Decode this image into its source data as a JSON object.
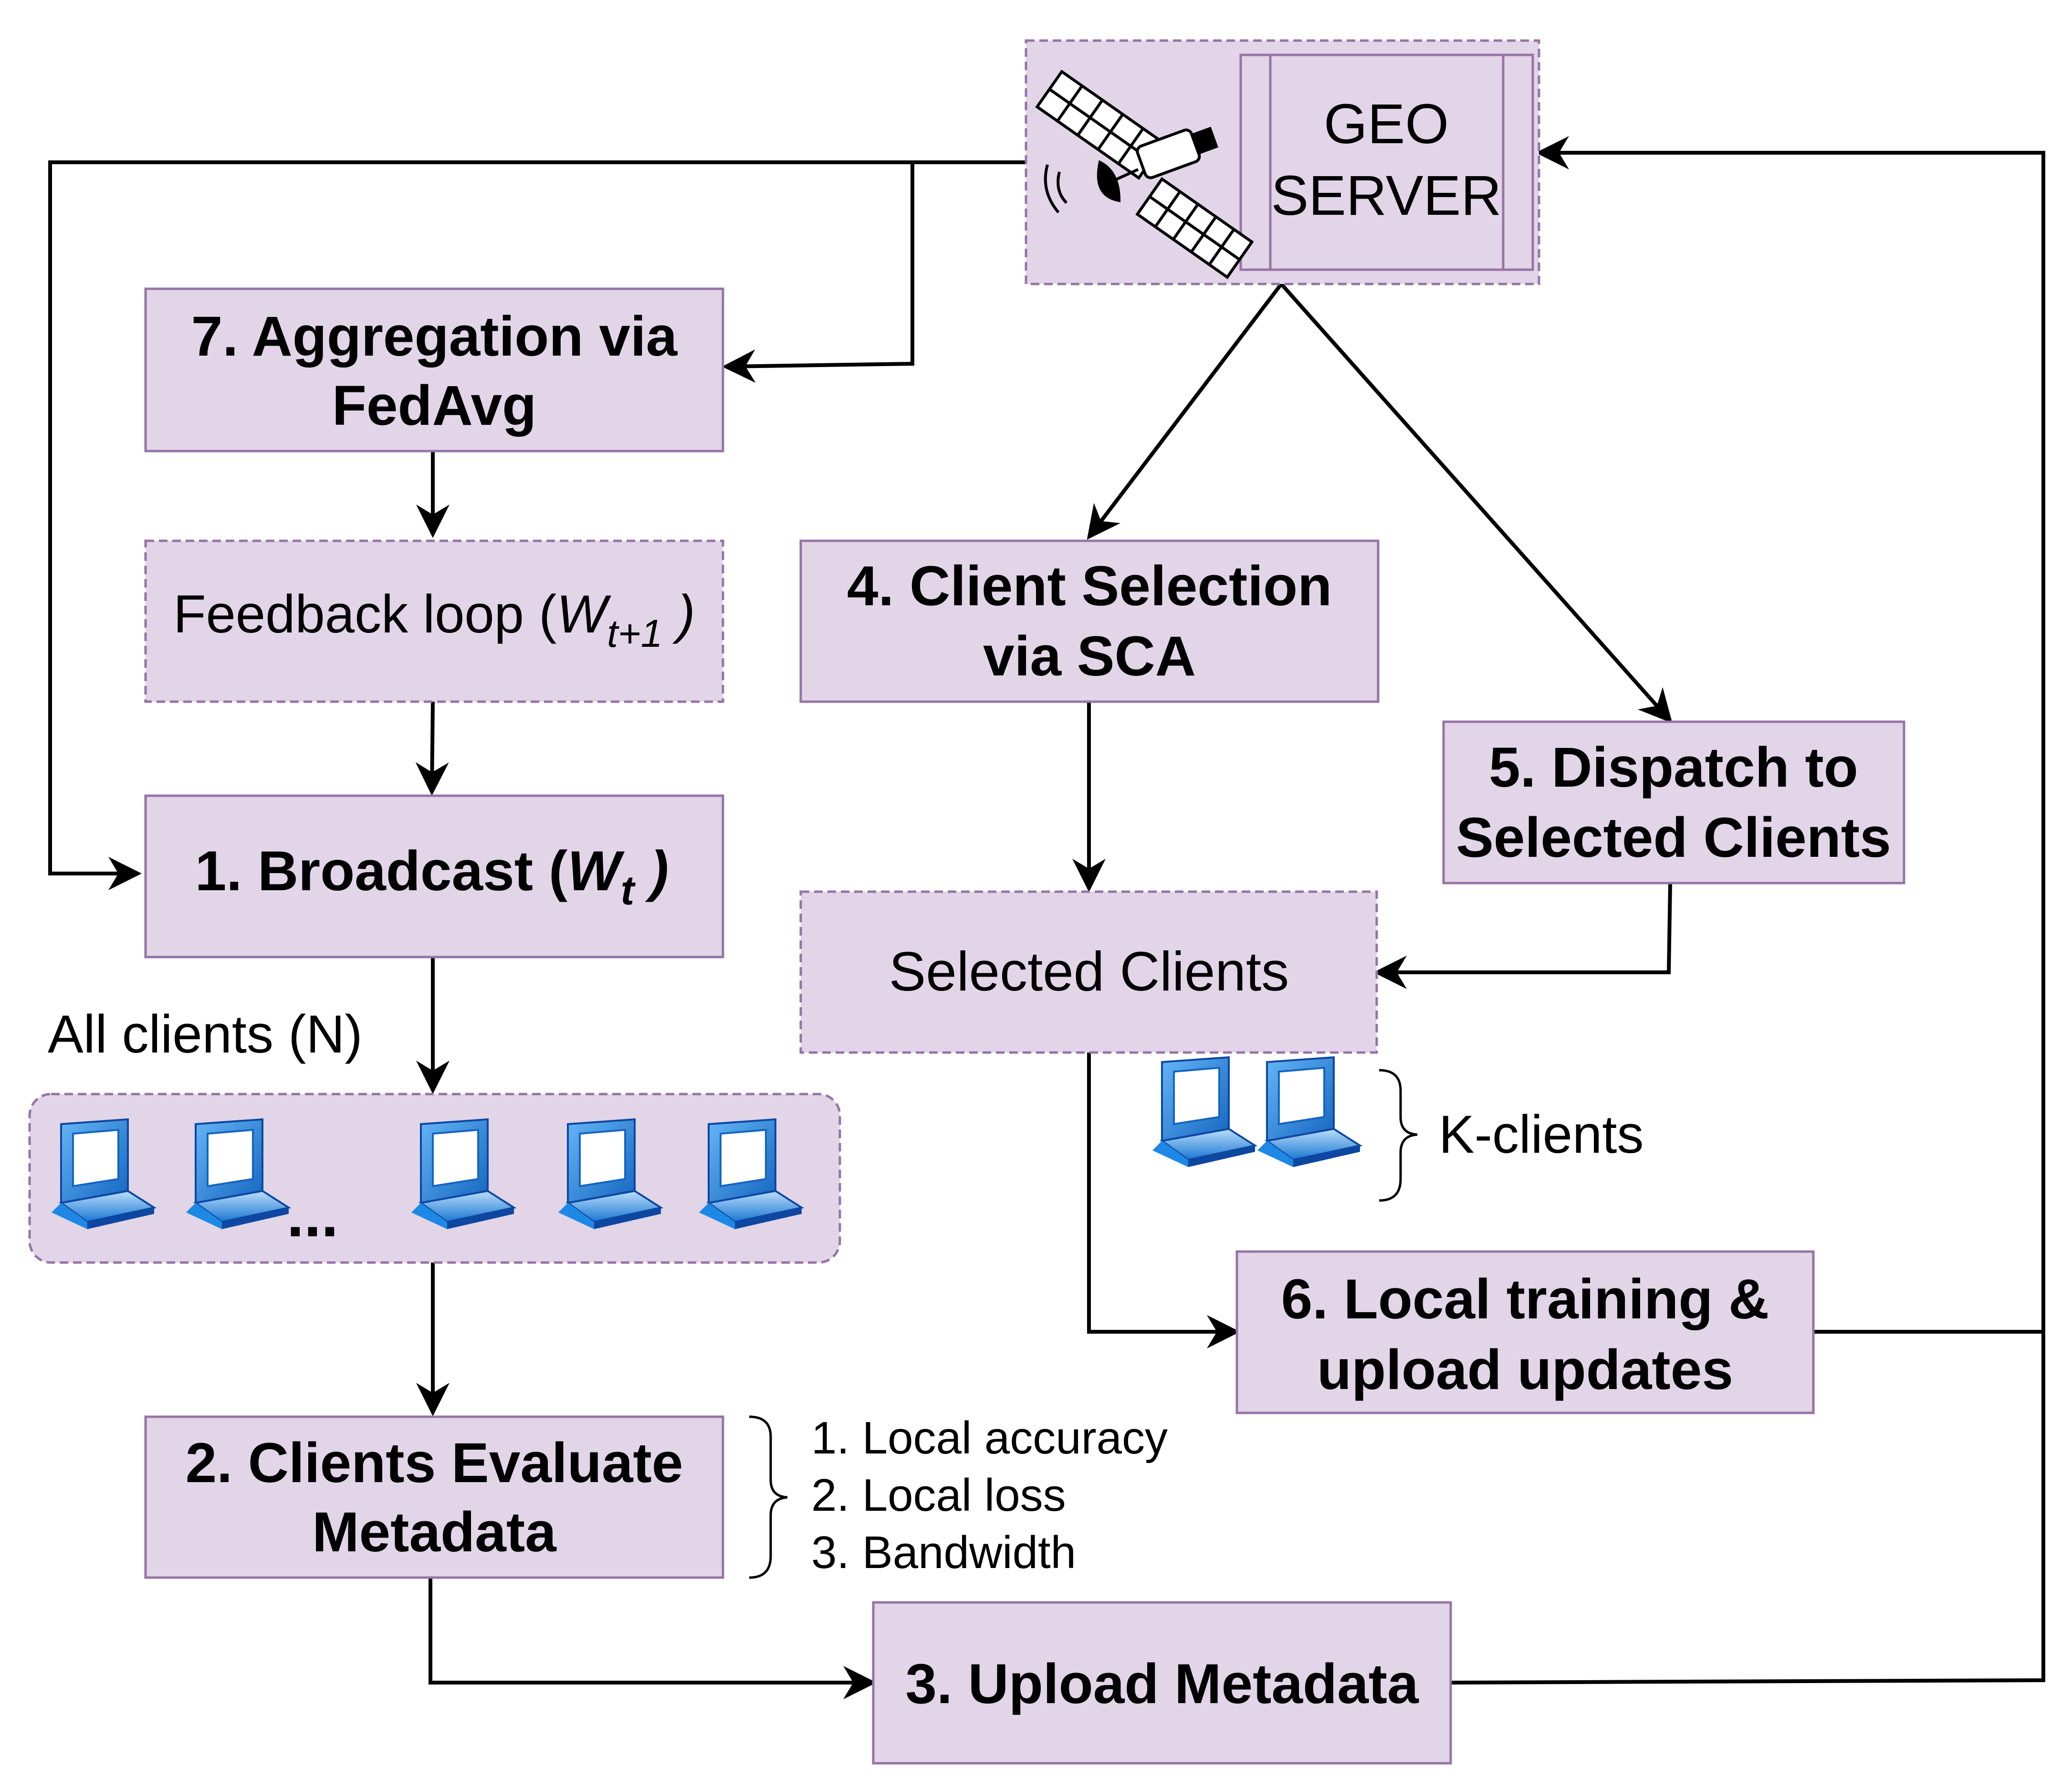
{
  "colors": {
    "box_fill": "#e1d5e7",
    "box_border": "#9673a6",
    "line": "#000000",
    "laptop_blue": "#1e88e5"
  },
  "server": {
    "icon": "satellite-icon",
    "label_line1": "GEO",
    "label_line2": "SERVER"
  },
  "steps": {
    "aggregation": {
      "line1": "7. Aggregation via",
      "line2": "FedAvg"
    },
    "feedback": {
      "prefix": "Feedback loop (",
      "var": "W",
      "sub": "t+1",
      "suffix": " )"
    },
    "broadcast": {
      "prefix": "1. Broadcast  (",
      "var": "W",
      "sub": "t",
      "suffix": " )"
    },
    "client_selection": {
      "line1": "4. Client Selection",
      "line2": "via SCA"
    },
    "dispatch": {
      "line1": "5. Dispatch to",
      "line2": "Selected Clients"
    },
    "selected_clients": {
      "label": "Selected Clients"
    },
    "local_training": {
      "line1": "6. Local training &",
      "line2": "upload updates"
    },
    "evaluate": {
      "line1": "2. Clients Evaluate",
      "line2": "Metadata"
    },
    "upload_metadata": {
      "label": "3. Upload Metadata"
    }
  },
  "all_clients": {
    "label": "All clients (N)",
    "ellipsis": "...",
    "icon": "laptop-icon"
  },
  "k_clients": {
    "label": "K-clients",
    "icon": "laptop-icon"
  },
  "metadata_list": [
    "1. Local accuracy",
    "2. Local loss",
    "3. Bandwidth"
  ]
}
